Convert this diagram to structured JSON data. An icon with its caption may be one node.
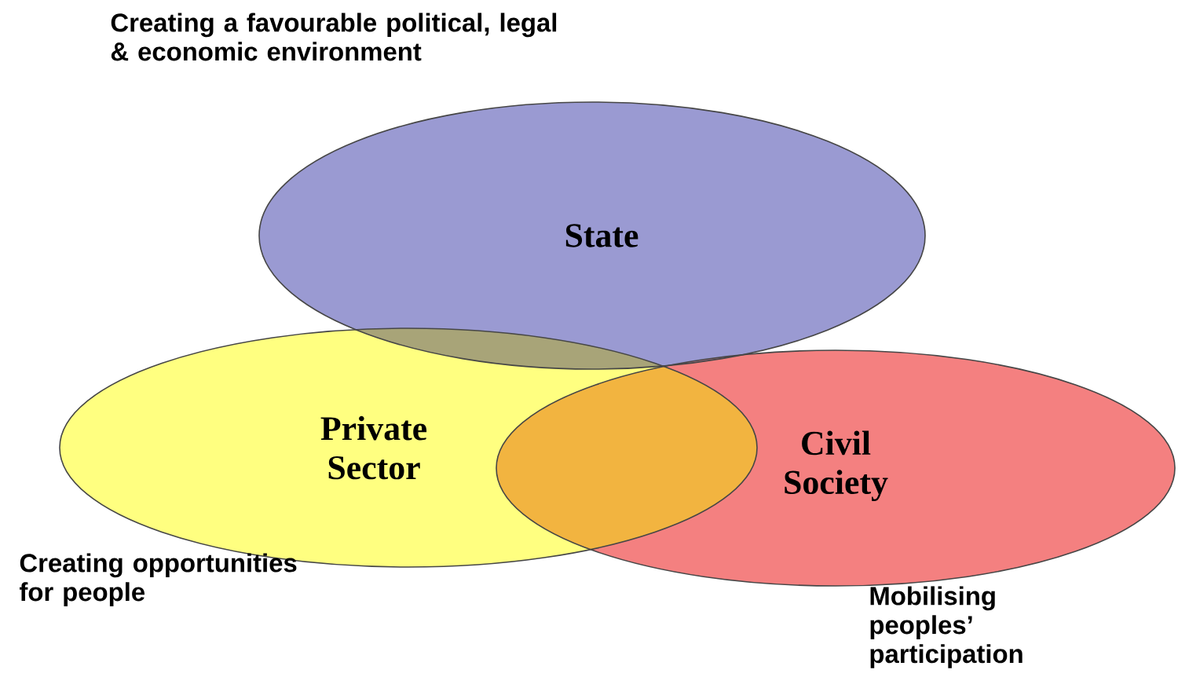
{
  "diagram": {
    "nodes": [
      {
        "text": [
          "State"
        ],
        "beside": [
          "Creating a favourable political, legal & economic environment"
        ]
      },
      {
        "text": [
          "Private Sector"
        ],
        "beside": [
          "Creating opportunities for people"
        ]
      },
      {
        "text": [
          "Civil Society"
        ],
        "beside": [
          "Mobilising peoples’ participation"
        ]
      }
    ]
  }
}
